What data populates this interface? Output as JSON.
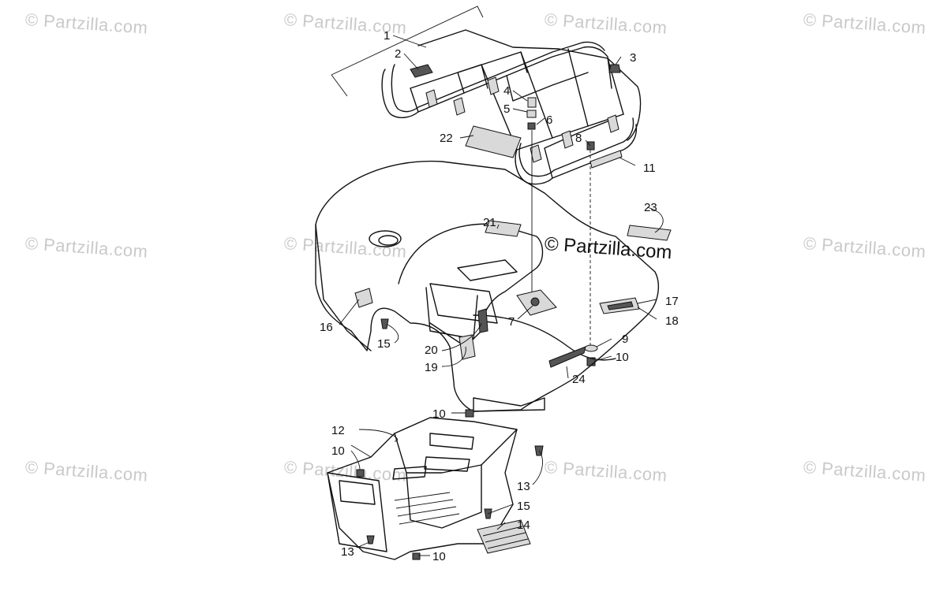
{
  "watermark": {
    "text": "© Partzilla.com",
    "center_text": "© Partzilla.com"
  },
  "callouts": {
    "c1": "1",
    "c2": "2",
    "c3": "3",
    "c4": "4",
    "c5": "5",
    "c6": "6",
    "c7": "7",
    "c8": "8",
    "c9": "9",
    "c10a": "10",
    "c10b": "10",
    "c10c": "10",
    "c10d": "10",
    "c11": "11",
    "c12": "12",
    "c13a": "13",
    "c13b": "13",
    "c14": "14",
    "c15a": "15",
    "c15b": "15",
    "c16": "16",
    "c17": "17",
    "c18": "18",
    "c19": "19",
    "c20": "20",
    "c21": "21",
    "c22": "22",
    "c23": "23",
    "c24": "24"
  }
}
